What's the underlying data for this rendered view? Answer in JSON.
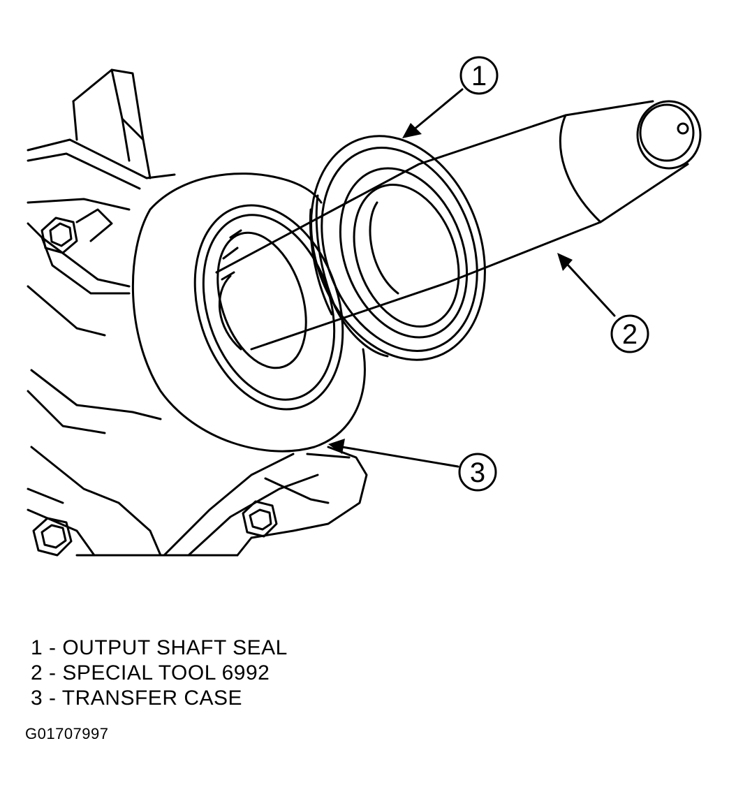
{
  "callouts": [
    {
      "number": "1"
    },
    {
      "number": "2"
    },
    {
      "number": "3"
    }
  ],
  "legend": [
    {
      "text": "1 - OUTPUT SHAFT SEAL"
    },
    {
      "text": "2 - SPECIAL TOOL 6992"
    },
    {
      "text": "3 - TRANSFER CASE"
    }
  ],
  "figure_code": "G01707997",
  "colors": {
    "line": "#000000",
    "background": "#ffffff"
  }
}
